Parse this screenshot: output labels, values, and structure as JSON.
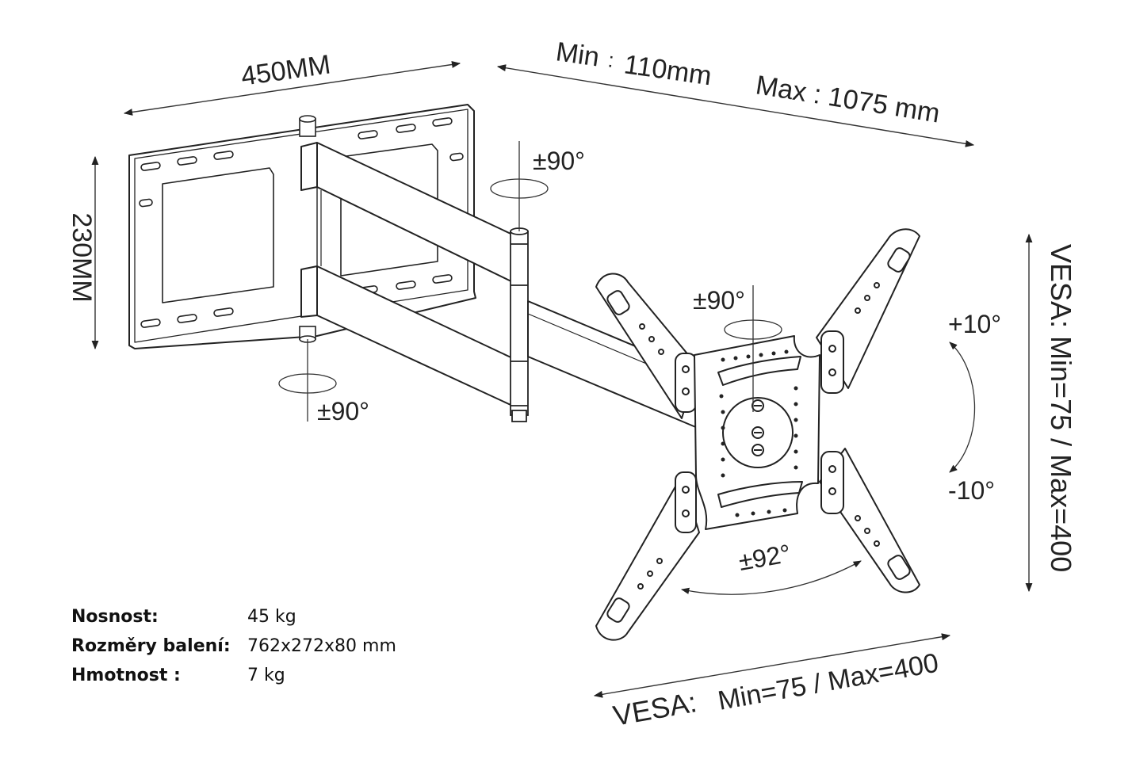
{
  "dimensions": {
    "plate_width": "450MM",
    "plate_height": "230MM",
    "arm_min_label": "Min",
    "arm_min_sep": ":",
    "arm_min_value": "110mm",
    "arm_max": "Max : 1075 mm",
    "vesa_right": "VESA:  Min=75 / Max=400",
    "vesa_bottom_prefix": "VESA:",
    "vesa_bottom_value": "Min=75 / Max=400"
  },
  "rotations": {
    "upper_pivot": "±90°",
    "lower_pivot": "±90°",
    "head_swivel": "±90°",
    "tilt_up": "+10°",
    "tilt_down": "-10°",
    "rotation": "±92°"
  },
  "specs": [
    {
      "label": "Nosnost:",
      "value": "45 kg"
    },
    {
      "label": "Rozměry balení:",
      "value": "762x272x80 mm"
    },
    {
      "label": "Hmotnost :",
      "value": "7 kg"
    }
  ]
}
